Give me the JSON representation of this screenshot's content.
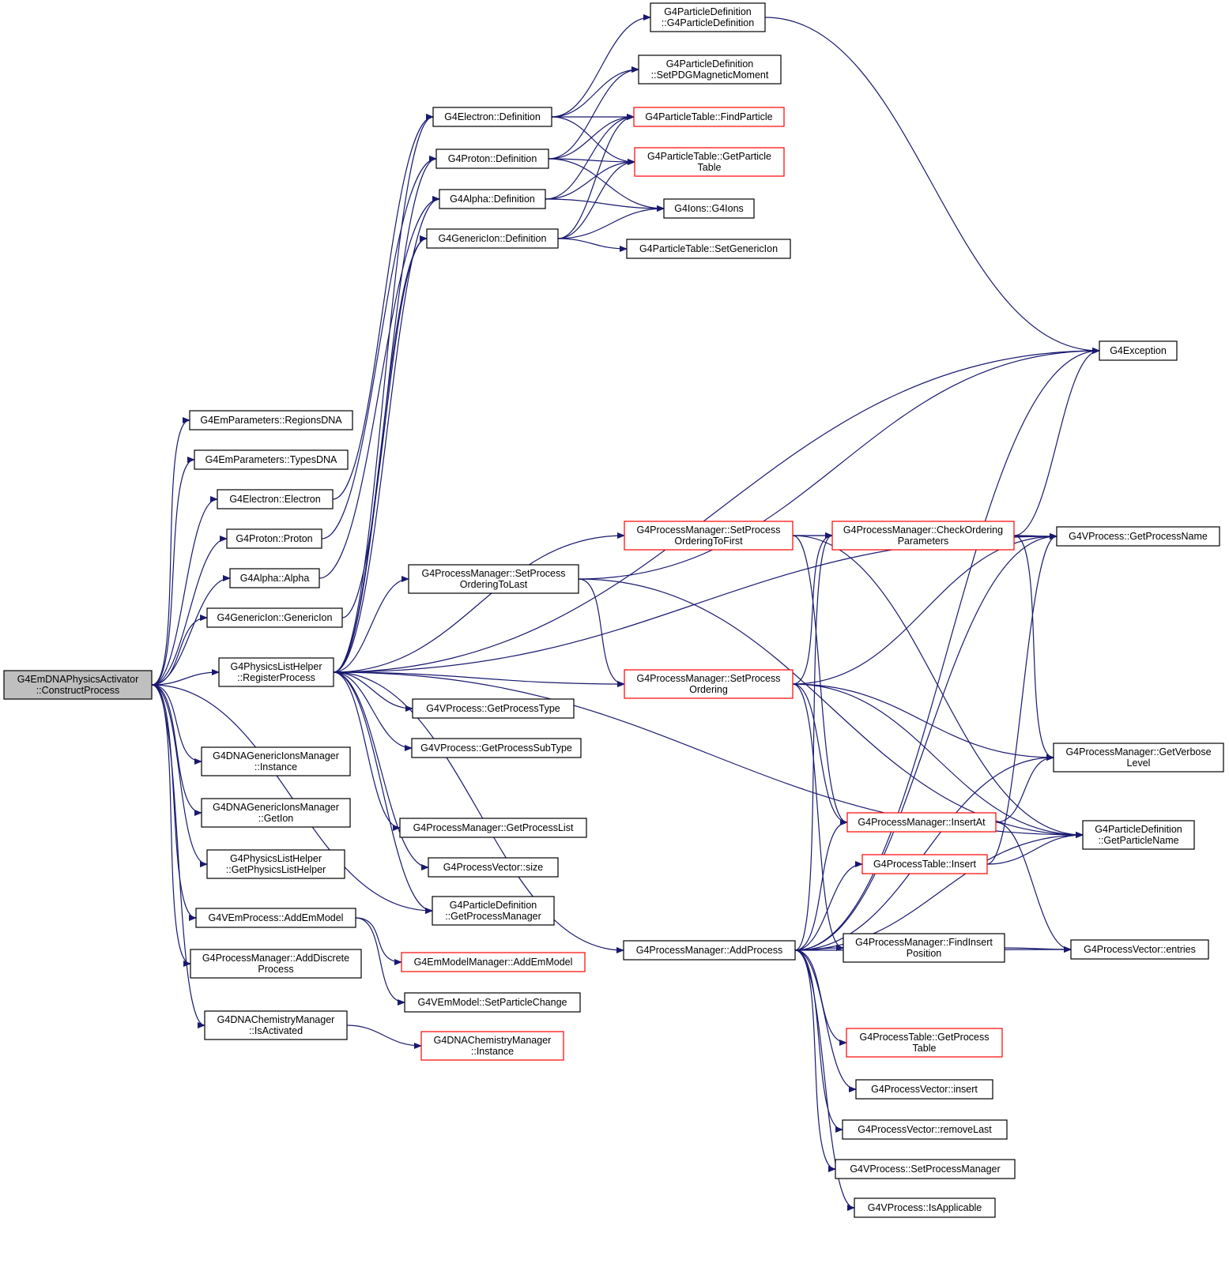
{
  "colors": {
    "edge": "#191970",
    "border_normal": "#000000",
    "border_truncated": "#ff0000",
    "root_fill": "#bfbfbf",
    "node_fill": "#ffffff"
  },
  "nodes": [
    {
      "id": "root",
      "lines": [
        "G4EmDNAPhysicsActivator",
        "::ConstructProcess"
      ],
      "style": "root"
    },
    {
      "id": "regionsdna",
      "lines": [
        "G4EmParameters::RegionsDNA"
      ],
      "style": "normal"
    },
    {
      "id": "typesdna",
      "lines": [
        "G4EmParameters::TypesDNA"
      ],
      "style": "normal"
    },
    {
      "id": "electron",
      "lines": [
        "G4Electron::Electron"
      ],
      "style": "normal"
    },
    {
      "id": "proton",
      "lines": [
        "G4Proton::Proton"
      ],
      "style": "normal"
    },
    {
      "id": "alpha",
      "lines": [
        "G4Alpha::Alpha"
      ],
      "style": "normal"
    },
    {
      "id": "genericion",
      "lines": [
        "G4GenericIon::GenericIon"
      ],
      "style": "normal"
    },
    {
      "id": "registerprocess",
      "lines": [
        "G4PhysicsListHelper",
        "::RegisterProcess"
      ],
      "style": "normal"
    },
    {
      "id": "dnagim_instance",
      "lines": [
        "G4DNAGenericIonsManager",
        "::Instance"
      ],
      "style": "normal"
    },
    {
      "id": "dnagim_getion",
      "lines": [
        "G4DNAGenericIonsManager",
        "::GetIon"
      ],
      "style": "normal"
    },
    {
      "id": "getphysicslisthelper",
      "lines": [
        "G4PhysicsListHelper",
        "::GetPhysicsListHelper"
      ],
      "style": "normal"
    },
    {
      "id": "addemmodel",
      "lines": [
        "G4VEmProcess::AddEmModel"
      ],
      "style": "normal"
    },
    {
      "id": "adddiscrete",
      "lines": [
        "G4ProcessManager::AddDiscrete",
        "Process"
      ],
      "style": "normal"
    },
    {
      "id": "chem_isactivated",
      "lines": [
        "G4DNAChemistryManager",
        "::IsActivated"
      ],
      "style": "normal"
    },
    {
      "id": "electron_def",
      "lines": [
        "G4Electron::Definition"
      ],
      "style": "normal"
    },
    {
      "id": "proton_def",
      "lines": [
        "G4Proton::Definition"
      ],
      "style": "normal"
    },
    {
      "id": "alpha_def",
      "lines": [
        "G4Alpha::Definition"
      ],
      "style": "normal"
    },
    {
      "id": "genericion_def",
      "lines": [
        "G4GenericIon::Definition"
      ],
      "style": "normal"
    },
    {
      "id": "setorderinglast",
      "lines": [
        "G4ProcessManager::SetProcess",
        "OrderingToLast"
      ],
      "style": "normal"
    },
    {
      "id": "getprocesstype",
      "lines": [
        "G4VProcess::GetProcessType"
      ],
      "style": "normal"
    },
    {
      "id": "getprocesssubtype",
      "lines": [
        "G4VProcess::GetProcessSubType"
      ],
      "style": "normal"
    },
    {
      "id": "getprocesslist",
      "lines": [
        "G4ProcessManager::GetProcessList"
      ],
      "style": "normal"
    },
    {
      "id": "pvsize",
      "lines": [
        "G4ProcessVector::size"
      ],
      "style": "normal"
    },
    {
      "id": "getprocessmanager",
      "lines": [
        "G4ParticleDefinition",
        "::GetProcessManager"
      ],
      "style": "normal"
    },
    {
      "id": "emmodelmanager_add",
      "lines": [
        "G4EmModelManager::AddEmModel"
      ],
      "style": "truncated"
    },
    {
      "id": "setparticlechange",
      "lines": [
        "G4VEmModel::SetParticleChange"
      ],
      "style": "normal"
    },
    {
      "id": "chem_instance",
      "lines": [
        "G4DNAChemistryManager",
        "::Instance"
      ],
      "style": "truncated"
    },
    {
      "id": "pd_ctor",
      "lines": [
        "G4ParticleDefinition",
        "::G4ParticleDefinition"
      ],
      "style": "normal"
    },
    {
      "id": "setpdgmm",
      "lines": [
        "G4ParticleDefinition",
        "::SetPDGMagneticMoment"
      ],
      "style": "normal"
    },
    {
      "id": "findparticle",
      "lines": [
        "G4ParticleTable::FindParticle"
      ],
      "style": "truncated"
    },
    {
      "id": "getparticletable",
      "lines": [
        "G4ParticleTable::GetParticle",
        "Table"
      ],
      "style": "truncated"
    },
    {
      "id": "g4ions",
      "lines": [
        "G4Ions::G4Ions"
      ],
      "style": "normal"
    },
    {
      "id": "setgenericion",
      "lines": [
        "G4ParticleTable::SetGenericIon"
      ],
      "style": "normal"
    },
    {
      "id": "setorderingfirst",
      "lines": [
        "G4ProcessManager::SetProcess",
        "OrderingToFirst"
      ],
      "style": "truncated"
    },
    {
      "id": "setordering",
      "lines": [
        "G4ProcessManager::SetProcess",
        "Ordering"
      ],
      "style": "truncated"
    },
    {
      "id": "addprocess",
      "lines": [
        "G4ProcessManager::AddProcess"
      ],
      "style": "normal"
    },
    {
      "id": "checkordering",
      "lines": [
        "G4ProcessManager::CheckOrdering",
        "Parameters"
      ],
      "style": "truncated"
    },
    {
      "id": "insertat",
      "lines": [
        "G4ProcessManager::InsertAt"
      ],
      "style": "truncated"
    },
    {
      "id": "pt_insert",
      "lines": [
        "G4ProcessTable::Insert"
      ],
      "style": "truncated"
    },
    {
      "id": "findinsert",
      "lines": [
        "G4ProcessManager::FindInsert",
        "Position"
      ],
      "style": "normal"
    },
    {
      "id": "getprocesstable",
      "lines": [
        "G4ProcessTable::GetProcess",
        "Table"
      ],
      "style": "truncated"
    },
    {
      "id": "pv_insert",
      "lines": [
        "G4ProcessVector::insert"
      ],
      "style": "normal"
    },
    {
      "id": "removelast",
      "lines": [
        "G4ProcessVector::removeLast"
      ],
      "style": "normal"
    },
    {
      "id": "setprocessmanager",
      "lines": [
        "G4VProcess::SetProcessManager"
      ],
      "style": "normal"
    },
    {
      "id": "isapplicable",
      "lines": [
        "G4VProcess::IsApplicable"
      ],
      "style": "normal"
    },
    {
      "id": "g4exception",
      "lines": [
        "G4Exception"
      ],
      "style": "normal"
    },
    {
      "id": "getprocessname",
      "lines": [
        "G4VProcess::GetProcessName"
      ],
      "style": "normal"
    },
    {
      "id": "getverbose",
      "lines": [
        "G4ProcessManager::GetVerbose",
        "Level"
      ],
      "style": "normal"
    },
    {
      "id": "getparticlename",
      "lines": [
        "G4ParticleDefinition",
        "::GetParticleName"
      ],
      "style": "normal"
    },
    {
      "id": "pv_entries",
      "lines": [
        "G4ProcessVector::entries"
      ],
      "style": "normal"
    }
  ],
  "edges": [
    [
      "root",
      "regionsdna"
    ],
    [
      "root",
      "typesdna"
    ],
    [
      "root",
      "electron"
    ],
    [
      "root",
      "proton"
    ],
    [
      "root",
      "alpha"
    ],
    [
      "root",
      "genericion"
    ],
    [
      "root",
      "registerprocess"
    ],
    [
      "root",
      "dnagim_instance"
    ],
    [
      "root",
      "dnagim_getion"
    ],
    [
      "root",
      "getphysicslisthelper"
    ],
    [
      "root",
      "addemmodel"
    ],
    [
      "root",
      "adddiscrete"
    ],
    [
      "root",
      "chem_isactivated"
    ],
    [
      "root",
      "getprocessmanager"
    ],
    [
      "electron",
      "electron_def"
    ],
    [
      "proton",
      "proton_def"
    ],
    [
      "alpha",
      "alpha_def"
    ],
    [
      "genericion",
      "genericion_def"
    ],
    [
      "registerprocess",
      "electron_def"
    ],
    [
      "registerprocess",
      "proton_def"
    ],
    [
      "registerprocess",
      "alpha_def"
    ],
    [
      "registerprocess",
      "genericion_def"
    ],
    [
      "registerprocess",
      "g4exception"
    ],
    [
      "registerprocess",
      "getprocessname"
    ],
    [
      "registerprocess",
      "setorderingfirst"
    ],
    [
      "registerprocess",
      "setorderinglast"
    ],
    [
      "registerprocess",
      "setordering"
    ],
    [
      "registerprocess",
      "addprocess"
    ],
    [
      "registerprocess",
      "getprocesstype"
    ],
    [
      "registerprocess",
      "getprocesssubtype"
    ],
    [
      "registerprocess",
      "getprocesslist"
    ],
    [
      "registerprocess",
      "pvsize"
    ],
    [
      "registerprocess",
      "getprocessmanager"
    ],
    [
      "registerprocess",
      "getparticlename"
    ],
    [
      "addemmodel",
      "emmodelmanager_add"
    ],
    [
      "addemmodel",
      "setparticlechange"
    ],
    [
      "chem_isactivated",
      "chem_instance"
    ],
    [
      "electron_def",
      "pd_ctor"
    ],
    [
      "electron_def",
      "setpdgmm"
    ],
    [
      "electron_def",
      "findparticle"
    ],
    [
      "electron_def",
      "getparticletable"
    ],
    [
      "proton_def",
      "setpdgmm"
    ],
    [
      "proton_def",
      "findparticle"
    ],
    [
      "proton_def",
      "getparticletable"
    ],
    [
      "proton_def",
      "g4ions"
    ],
    [
      "alpha_def",
      "findparticle"
    ],
    [
      "alpha_def",
      "getparticletable"
    ],
    [
      "alpha_def",
      "g4ions"
    ],
    [
      "genericion_def",
      "findparticle"
    ],
    [
      "genericion_def",
      "getparticletable"
    ],
    [
      "genericion_def",
      "g4ions"
    ],
    [
      "genericion_def",
      "setgenericion"
    ],
    [
      "pd_ctor",
      "g4exception"
    ],
    [
      "setorderinglast",
      "g4exception"
    ],
    [
      "setorderinglast",
      "setordering"
    ],
    [
      "setorderinglast",
      "getparticlename"
    ],
    [
      "setorderingfirst",
      "checkordering"
    ],
    [
      "setorderingfirst",
      "getprocessname"
    ],
    [
      "setorderingfirst",
      "insertat"
    ],
    [
      "setorderingfirst",
      "getparticlename"
    ],
    [
      "setordering",
      "checkordering"
    ],
    [
      "setordering",
      "getprocessname"
    ],
    [
      "setordering",
      "getverbose"
    ],
    [
      "setordering",
      "insertat"
    ],
    [
      "setordering",
      "findinsert"
    ],
    [
      "setordering",
      "getparticlename"
    ],
    [
      "addprocess",
      "g4exception"
    ],
    [
      "addprocess",
      "checkordering"
    ],
    [
      "addprocess",
      "getprocessname"
    ],
    [
      "addprocess",
      "insertat"
    ],
    [
      "addprocess",
      "pt_insert"
    ],
    [
      "addprocess",
      "findinsert"
    ],
    [
      "addprocess",
      "getverbose"
    ],
    [
      "addprocess",
      "getparticlename"
    ],
    [
      "addprocess",
      "getprocesstable"
    ],
    [
      "addprocess",
      "pv_insert"
    ],
    [
      "addprocess",
      "removelast"
    ],
    [
      "addprocess",
      "setprocessmanager"
    ],
    [
      "addprocess",
      "isapplicable"
    ],
    [
      "addprocess",
      "pv_entries"
    ],
    [
      "checkordering",
      "g4exception"
    ],
    [
      "checkordering",
      "getprocessname"
    ],
    [
      "checkordering",
      "getverbose"
    ],
    [
      "insertat",
      "getverbose"
    ],
    [
      "insertat",
      "pv_entries"
    ],
    [
      "pt_insert",
      "getprocessname"
    ],
    [
      "pt_insert",
      "getparticlename"
    ],
    [
      "findinsert",
      "pv_entries"
    ]
  ]
}
